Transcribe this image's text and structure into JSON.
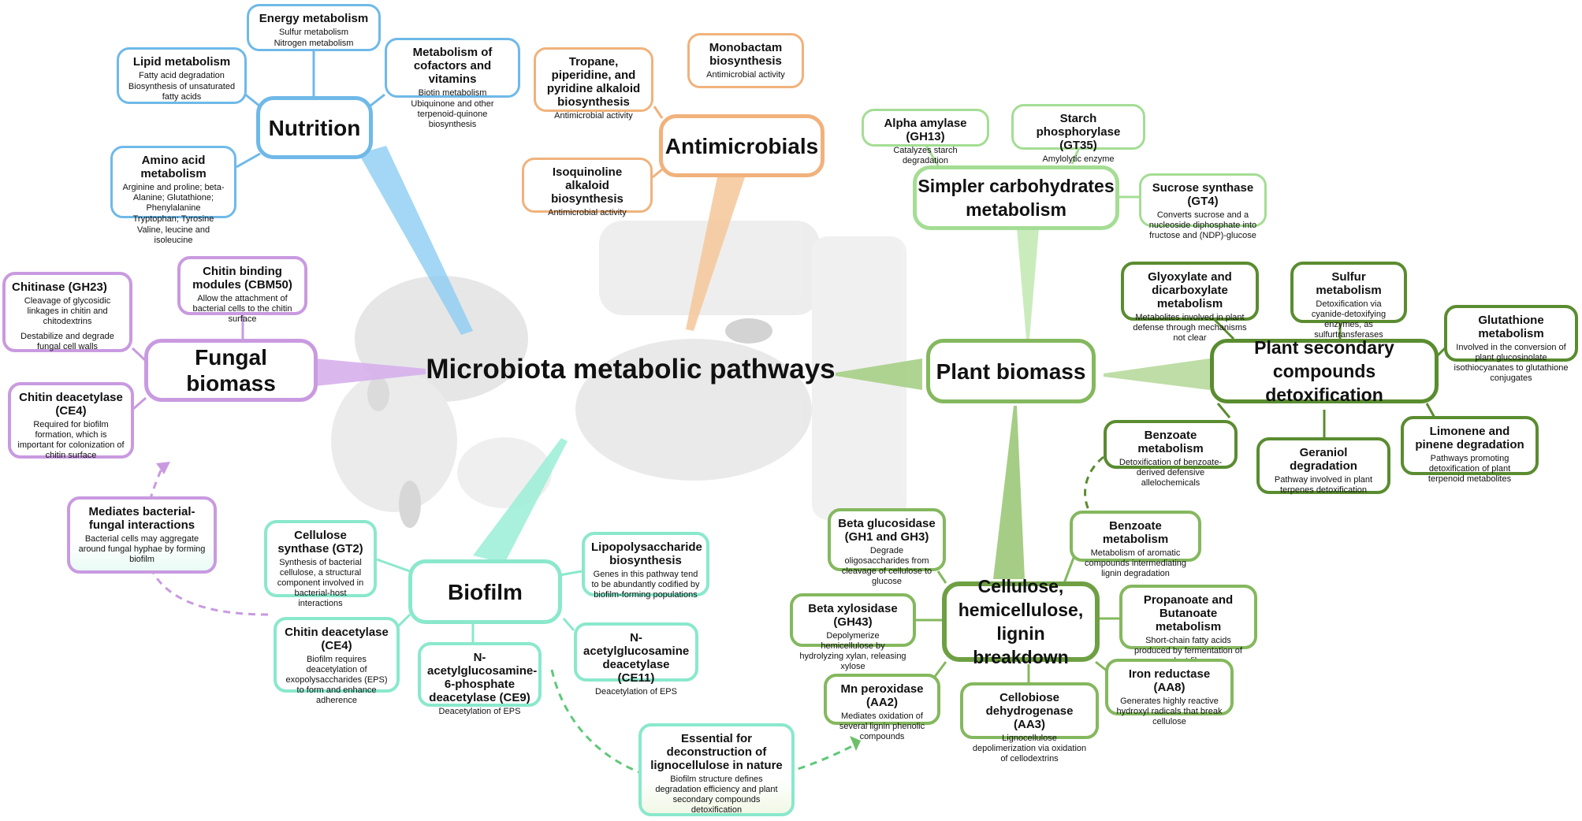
{
  "center_title": "Microbiota metabolic pathways",
  "hubs": {
    "nutrition": "Nutrition",
    "antimicrobials": "Antimicrobials",
    "simpler_carbs": "Simpler carbohydrates metabolism",
    "plant_biomass": "Plant biomass",
    "plant_secondary": "Plant secondary compounds detoxification",
    "cellulose": "Cellulose, hemicellulose, lignin breakdown",
    "fungal_biomass": "Fungal biomass",
    "biofilm": "Biofilm"
  },
  "nutrition": {
    "energy": {
      "title": "Energy metabolism",
      "lines": [
        "Sulfur metabolism",
        "Nitrogen metabolism"
      ]
    },
    "lipid": {
      "title": "Lipid metabolism",
      "lines": [
        "Fatty acid degradation",
        "Biosynthesis of unsaturated fatty acids"
      ]
    },
    "cofactors": {
      "title": "Metabolism of cofactors and vitamins",
      "lines": [
        "Biotin metabolism",
        "Ubiquinone and other terpenoid-quinone biosynthesis"
      ]
    },
    "amino": {
      "title": "Amino acid metabolism",
      "lines": [
        "Arginine and proline; beta-Alanine; Glutathione; Phenylalanine",
        "Tryptophan; Tyrosine",
        "Valine, leucine and isoleucine"
      ]
    }
  },
  "antimicrobials": {
    "tropane": {
      "title": "Tropane, piperidine, and pyridine alkaloid biosynthesis",
      "line": "Antimicrobial activity"
    },
    "monobactam": {
      "title": "Monobactam biosynthesis",
      "line": "Antimicrobial activity"
    },
    "isoquinoline": {
      "title": "Isoquinoline alkaloid biosynthesis",
      "line": "Antimicrobial activity"
    }
  },
  "simpler": {
    "alpha": {
      "title": "Alpha amylase (GH13)",
      "line": "Catalyzes starch degradation"
    },
    "starch": {
      "title": "Starch phosphorylase (GT35)",
      "line": "Amylolytic enzyme"
    },
    "sucrose": {
      "title": "Sucrose synthase (GT4)",
      "line": "Converts sucrose and a nucleoside diphosphate into fructose and (NDP)-glucose"
    }
  },
  "secondary": {
    "glyoxylate": {
      "title": "Glyoxylate and dicarboxylate metabolism",
      "line": "Metabolites involved in plant defense through mechanisms not clear"
    },
    "sulfur": {
      "title": "Sulfur metabolism",
      "line": "Detoxification via cyanide-detoxifying enzymes, as sulfurtransferases"
    },
    "glutathione": {
      "title": "Glutathione metabolism",
      "line": "Involved in the conversion of plant glucosinolate isothiocyanates to glutathione conjugates"
    },
    "benzoate": {
      "title": "Benzoate metabolism",
      "line": "Detoxification of benzoate-derived defensive allelochemicals"
    },
    "geraniol": {
      "title": "Geraniol degradation",
      "line": "Pathway involved in plant terpenes detoxification"
    },
    "limonene": {
      "title": "Limonene and pinene degradation",
      "line": "Pathways promoting detoxification of plant terpenoid metabolites"
    }
  },
  "cellulose": {
    "beta_gluc": {
      "title": "Beta glucosidase (GH1 and GH3)",
      "line": "Degrade oligosaccharides from cleavage of cellulose to glucose"
    },
    "benzoate2": {
      "title": "Benzoate metabolism",
      "line": "Metabolism of aromatic compounds intermediating lignin degradation"
    },
    "beta_xyl": {
      "title": "Beta xylosidase (GH43)",
      "line": "Depolymerize hemicellulose by hydrolyzing xylan, releasing xylose"
    },
    "propanoate": {
      "title": "Propanoate and Butanoate metabolism",
      "line": "Short-chain fatty acids produced by fermentation of  plant fiber"
    },
    "mn": {
      "title": "Mn peroxidase (AA2)",
      "line": "Mediates oxidation of several lignin phenolic compounds"
    },
    "cellobiose": {
      "title": "Cellobiose dehydrogenase (AA3)",
      "line": "Lignocellulose depolimerization via oxidation of cellodextrins"
    },
    "iron": {
      "title": "Iron reductase (AA8)",
      "line": "Generates highly reactive hydroxyl radicals that break cellulose"
    }
  },
  "fungal": {
    "chitinase": {
      "title": "Chitinase (GH23)",
      "lines": [
        "Cleavage of glycosidic linkages in chitin and chitodextrins",
        "Destabilize and degrade fungal cell walls"
      ]
    },
    "cbm50": {
      "title": "Chitin binding modules (CBM50)",
      "line": "Allow the attachment of bacterial cells to the chitin surface"
    },
    "deacetylase": {
      "title": "Chitin deacetylase (CE4)",
      "line": "Required for biofilm formation, which is important for colonization of chitin surface"
    }
  },
  "biofilm": {
    "mediates": {
      "title": "Mediates bacterial-fungal interactions",
      "line": "Bacterial cells may aggregate around fungal hyphae by forming biofilm"
    },
    "cellulose_synth": {
      "title": "Cellulose synthase (GT2)",
      "line": "Synthesis of bacterial cellulose, a structural component involved in bacterial-host interactions"
    },
    "lps": {
      "title": "Lipopolysaccharide biosynthesis",
      "line": "Genes in this pathway tend to be abundantly codified by biofilm-forming populations"
    },
    "chitin_deac": {
      "title": "Chitin deacetylase (CE4)",
      "line": "Biofilm requires deacetylation of exopolysaccharides (EPS) to form and enhance adherence"
    },
    "nag6p": {
      "title": "N-acetylglucosamine-6-phosphate deacetylase (CE9)",
      "line": "Deacetylation of EPS"
    },
    "nag": {
      "title": "N-acetylglucosamine deacetylase (CE11)",
      "line": "Deacetylation of EPS"
    },
    "essential": {
      "title": "Essential for deconstruction of lignocellulose in nature",
      "line": "Biofilm structure defines degradation efficiency and plant secondary compounds detoxification"
    }
  },
  "colors": {
    "nutrition": "#6fb9e8",
    "antimicrobials": "#f0b27c",
    "simpler_carbs": "#a4dd94",
    "plant_dark": "#5a8c30",
    "plant_mid": "#84b85e",
    "fungal": "#c99ae0",
    "biofilm": "#8ae8cc"
  }
}
